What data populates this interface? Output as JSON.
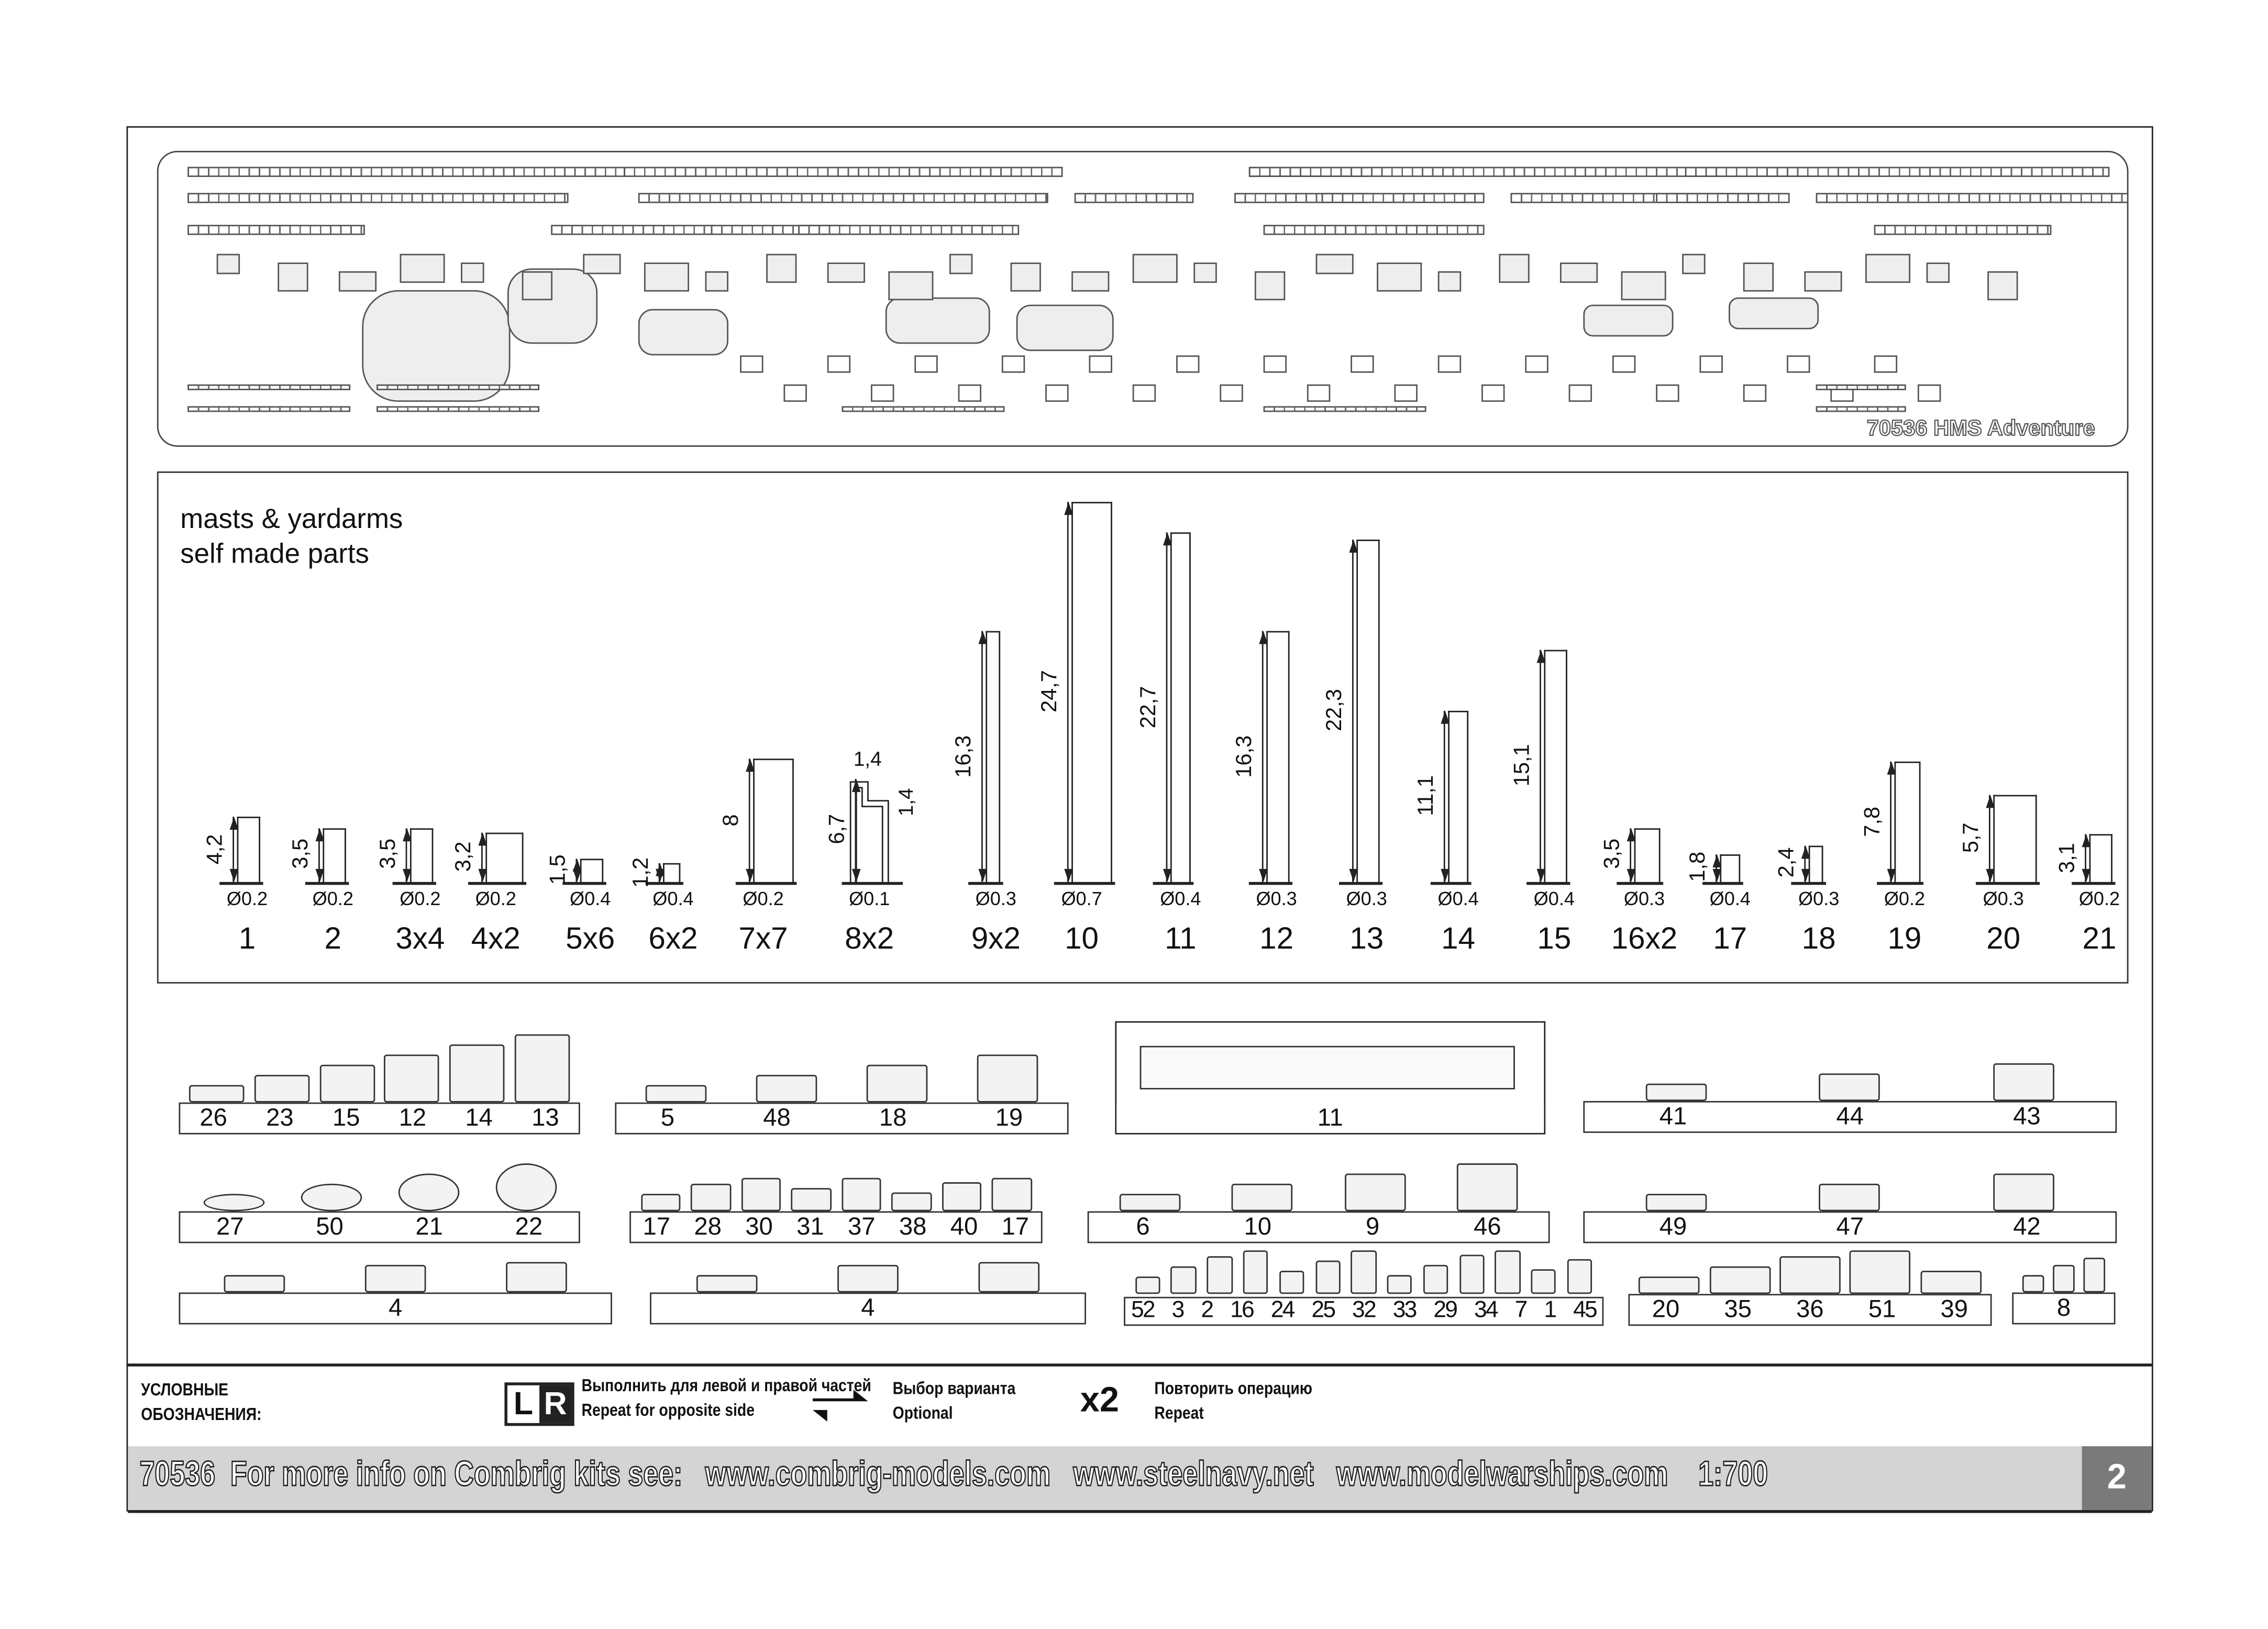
{
  "fret": {
    "label": "70536 HMS Adventure"
  },
  "masts_section": {
    "title_line1": "masts & yardarms",
    "title_line2": "self made parts"
  },
  "chart_data": {
    "type": "bar",
    "title": "masts & yardarms — self made parts",
    "unit": "mm",
    "categories": [
      "1",
      "2",
      "3x4",
      "4x2",
      "5x6",
      "6x2",
      "7x7",
      "8x2",
      "9x2",
      "10",
      "11",
      "12",
      "13",
      "14",
      "15",
      "16x2",
      "17",
      "18",
      "19",
      "20",
      "21"
    ],
    "lengths": [
      "4,2",
      "3,5",
      "3,5",
      "3,2",
      "1,5",
      "1,2",
      "8",
      "6,7",
      "16,3",
      "24,7",
      "22,7",
      "16,3",
      "22,3",
      "11,1",
      "15,1",
      "3,5",
      "1,8",
      "2,4",
      "7,8",
      "5,7",
      "3,1"
    ],
    "values": [
      4.2,
      3.5,
      3.5,
      3.2,
      1.5,
      1.2,
      8,
      6.7,
      16.3,
      24.7,
      22.7,
      16.3,
      22.3,
      11.1,
      15.1,
      3.5,
      1.8,
      2.4,
      7.8,
      5.7,
      3.1
    ],
    "diameters": [
      "Ø0.2",
      "Ø0.2",
      "Ø0.2",
      "Ø0.2",
      "Ø0.4",
      "Ø0.4",
      "Ø0.2",
      "Ø0.1",
      "Ø0.3",
      "Ø0.7",
      "Ø0.4",
      "Ø0.3",
      "Ø0.3",
      "Ø0.4",
      "Ø0.4",
      "Ø0.3",
      "Ø0.4",
      "Ø0.3",
      "Ø0.2",
      "Ø0.3",
      "Ø0.2"
    ],
    "extra_labels": {
      "8x2": [
        "1,4",
        "1,4"
      ]
    }
  },
  "parts": {
    "row1": [
      {
        "labels": [
          "26",
          "23",
          "15",
          "12",
          "14",
          "13"
        ]
      },
      {
        "labels": [
          "5",
          "48",
          "18",
          "19"
        ]
      },
      {
        "labels": [
          "11"
        ]
      },
      {
        "labels": [
          "41",
          "44",
          "43"
        ]
      }
    ],
    "row2": [
      {
        "labels": [
          "27",
          "50",
          "21",
          "22"
        ]
      },
      {
        "labels": [
          "17",
          "28",
          "30",
          "31",
          "37",
          "38",
          "40",
          "17"
        ]
      },
      {
        "labels": [
          "6",
          "10",
          "9",
          "46"
        ]
      },
      {
        "labels": [
          "49",
          "47",
          "42"
        ]
      }
    ],
    "row3": [
      {
        "labels": [
          "4"
        ]
      },
      {
        "labels": [
          "4"
        ]
      },
      {
        "labels": [
          "52",
          "3",
          "2",
          "16",
          "24",
          "25",
          "32",
          "33",
          "29",
          "34",
          "7",
          "1",
          "45"
        ]
      },
      {
        "labels": [
          "20",
          "35",
          "36",
          "51",
          "39"
        ]
      },
      {
        "labels": [
          "8"
        ]
      }
    ]
  },
  "legend": {
    "title_ru_1": "УСЛОВНЫЕ",
    "title_ru_2": "ОБОЗНАЧЕНИЯ:",
    "lr_icon": [
      "L",
      "R"
    ],
    "lr_ru": "Выполнить для левой и правой частей",
    "lr_en": "Repeat for opposite side",
    "opt_ru": "Выбор варианта",
    "opt_en": "Optional",
    "x2_icon": "x2",
    "rep_ru": "Повторить операцию",
    "rep_en": "Repeat"
  },
  "footer": {
    "text": "70536  For more info on Combrig kits see:   www.combrig-models.com   www.steelnavy.net   www.modelwarships.com    1:700",
    "page_number": "2"
  }
}
